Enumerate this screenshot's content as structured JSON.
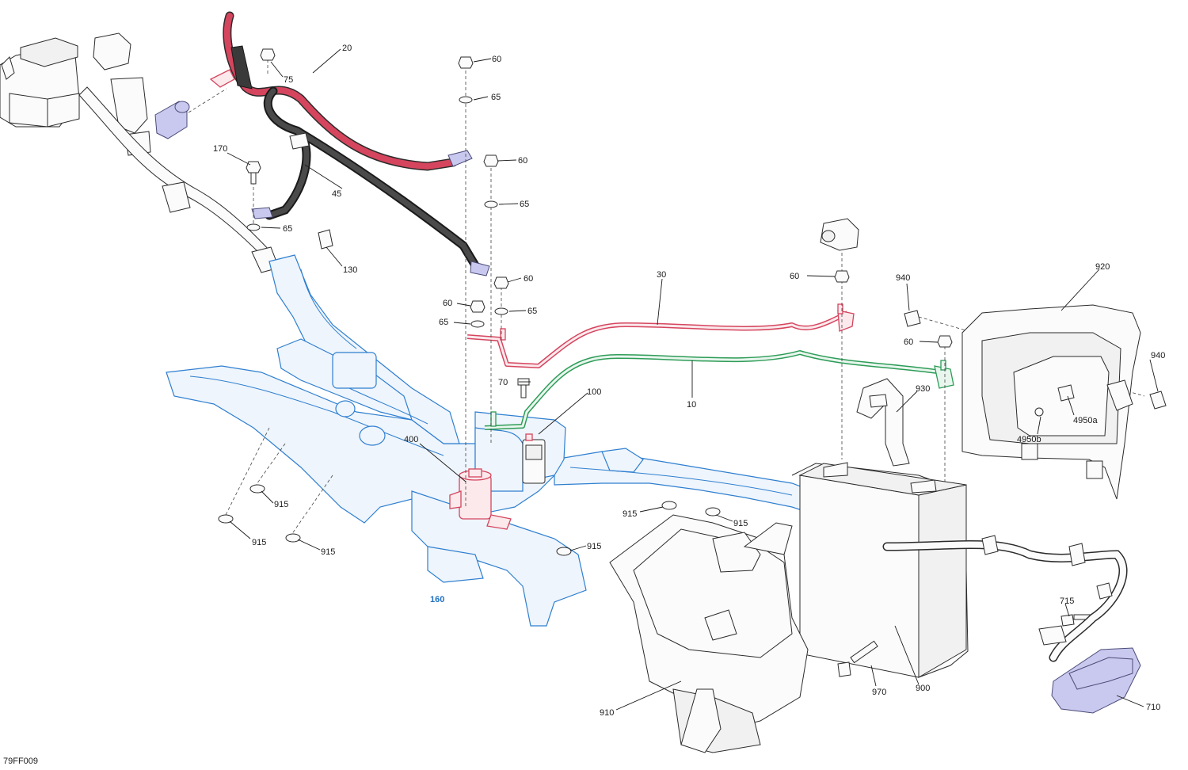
{
  "drawing_code": "79FF009",
  "colors": {
    "frame": "#2f7fd0",
    "positive_cable": "#d5455e",
    "negative_cable": "#3a3a3a",
    "ground_cable": "#2d9c57",
    "highlight_part": "#c9c9ef",
    "outline": "#2b2b2b"
  },
  "callouts": [
    {
      "id": "c20",
      "text": "20"
    },
    {
      "id": "c75",
      "text": "75"
    },
    {
      "id": "c60a",
      "text": "60"
    },
    {
      "id": "c65a",
      "text": "65"
    },
    {
      "id": "c170",
      "text": "170"
    },
    {
      "id": "c60b",
      "text": "60"
    },
    {
      "id": "c45",
      "text": "45"
    },
    {
      "id": "c65b",
      "text": "65"
    },
    {
      "id": "c65c",
      "text": "65"
    },
    {
      "id": "c130",
      "text": "130"
    },
    {
      "id": "c60c",
      "text": "60"
    },
    {
      "id": "c60d",
      "text": "60"
    },
    {
      "id": "c65d",
      "text": "65"
    },
    {
      "id": "c65e",
      "text": "65"
    },
    {
      "id": "c30",
      "text": "30"
    },
    {
      "id": "c60e",
      "text": "60"
    },
    {
      "id": "c940a",
      "text": "940"
    },
    {
      "id": "c920",
      "text": "920"
    },
    {
      "id": "c60f",
      "text": "60"
    },
    {
      "id": "c940b",
      "text": "940"
    },
    {
      "id": "c70",
      "text": "70"
    },
    {
      "id": "c100",
      "text": "100"
    },
    {
      "id": "c10",
      "text": "10"
    },
    {
      "id": "c930",
      "text": "930"
    },
    {
      "id": "c4950a",
      "text": "4950a"
    },
    {
      "id": "c4950b",
      "text": "4950b"
    },
    {
      "id": "c400",
      "text": "400"
    },
    {
      "id": "c915a",
      "text": "915"
    },
    {
      "id": "c915b",
      "text": "915"
    },
    {
      "id": "c915c",
      "text": "915"
    },
    {
      "id": "c915d",
      "text": "915"
    },
    {
      "id": "c915e",
      "text": "915"
    },
    {
      "id": "c915f",
      "text": "915"
    },
    {
      "id": "c160",
      "text": "160"
    },
    {
      "id": "c715",
      "text": "715"
    },
    {
      "id": "c970",
      "text": "970"
    },
    {
      "id": "c900",
      "text": "900"
    },
    {
      "id": "c910",
      "text": "910"
    },
    {
      "id": "c710",
      "text": "710"
    }
  ]
}
